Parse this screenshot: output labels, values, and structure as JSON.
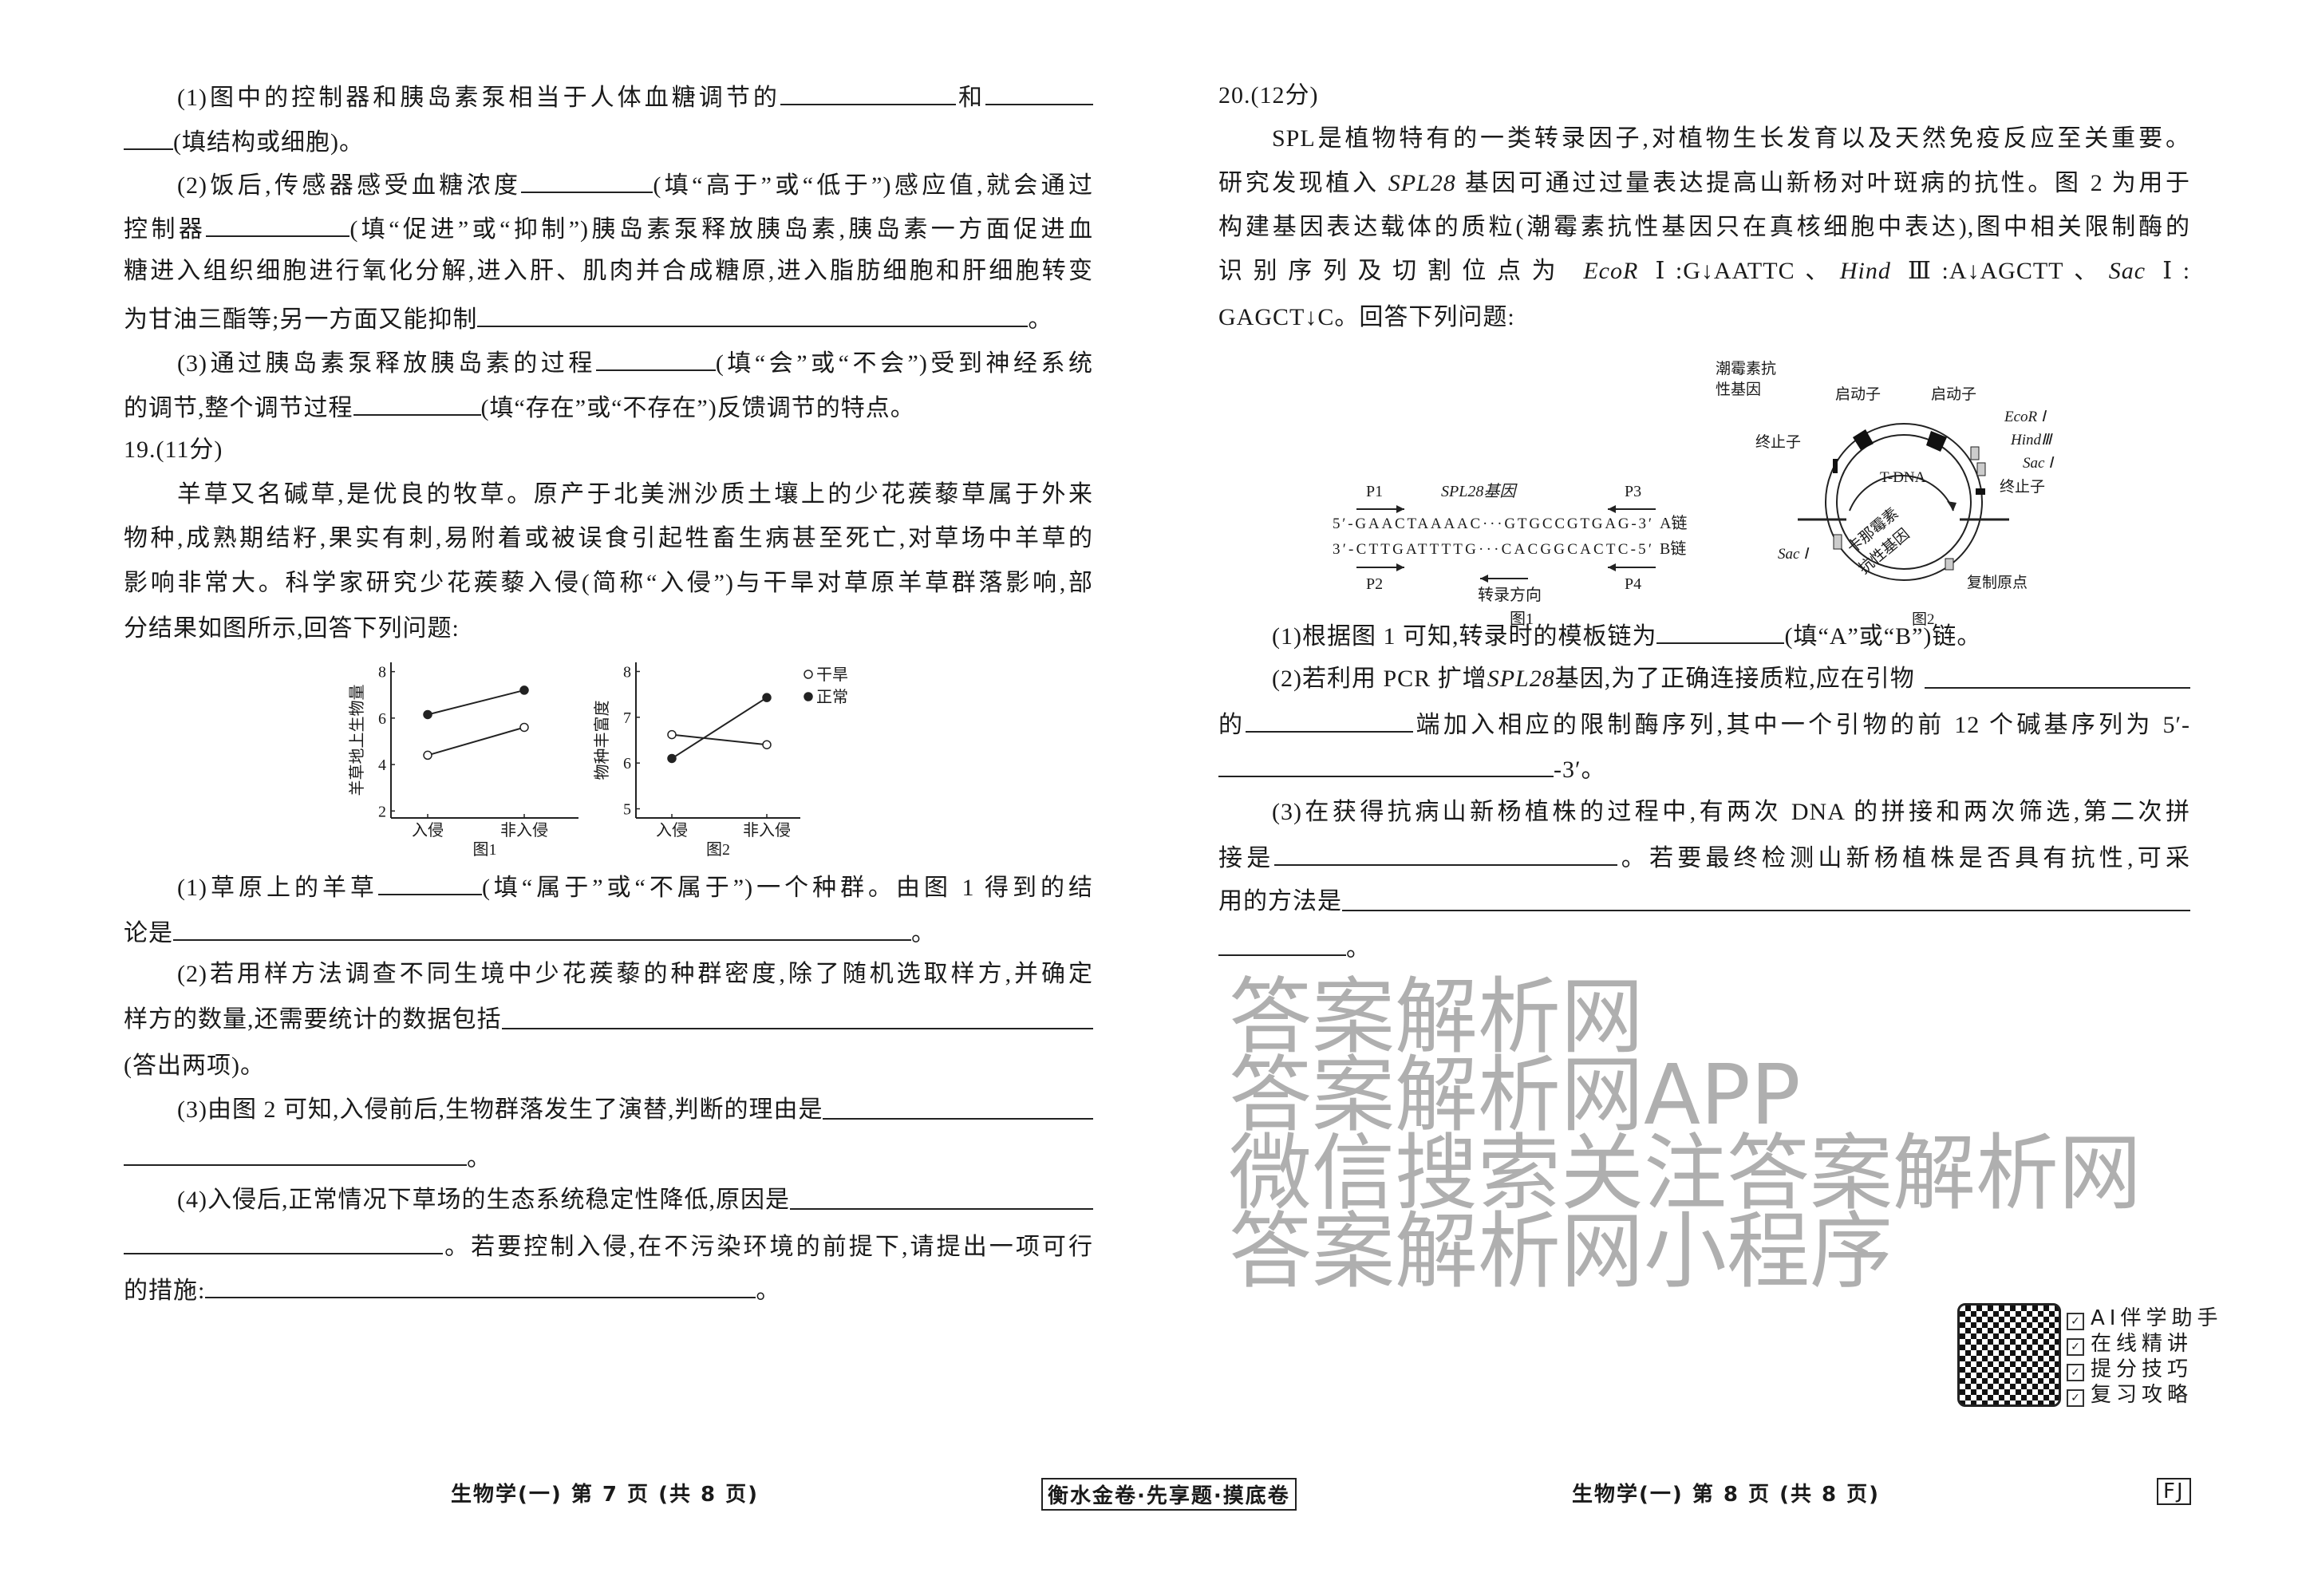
{
  "q18": {
    "l1a": "(1)图中的控制器和胰岛素泵相当于人体血糖调节的",
    "l1b": "和",
    "l2": "(填结构或细胞)。",
    "l3a": "(2)饭后,传感器感受血糖浓度",
    "l3b": "(填“高于”或“低于”)感应值,就会通过",
    "l4a": "控制器",
    "l4b": "(填“促进”或“抑制”)胰岛素泵释放胰岛素,胰岛素一方面促进血",
    "l5": "糖进入组织细胞进行氧化分解,进入肝、肌肉并合成糖原,进入脂肪细胞和肝细胞转变",
    "l6a": "为甘油三酯等;另一方面又能抑制",
    "l6b": "。",
    "l7a": "(3)通过胰岛素泵释放胰岛素的过程",
    "l7b": "(填“会”或“不会”)受到神经系统",
    "l8a": "的调节,整个调节过程",
    "l8b": "(填“存在”或“不存在”)反馈调节的特点。"
  },
  "q19": {
    "heading": "19.(11分)",
    "l10": "羊草又名碱草,是优良的牧草。原产于北美洲沙质土壤上的少花蒺藜草属于外来",
    "l11": "物种,成熟期结籽,果实有刺,易附着或被误食引起牲畜生病甚至死亡,对草场中羊草的",
    "l12": "影响非常大。科学家研究少花蒺藜入侵(简称“入侵”)与干旱对草原羊草群落影响,部",
    "l13": "分结果如图所示,回答下列问题:",
    "l14a": "(1)草原上的羊草",
    "l14b": "(填“属于”或“不属于”)一个种群。由图 1 得到的结",
    "l15a": "论是",
    "l15b": "。",
    "l16": "(2)若用样方法调查不同生境中少花蒺藜的种群密度,除了随机选取样方,并确定",
    "l17": "样方的数量,还需要统计的数据包括",
    "l18": "(答出两项)。",
    "l19": "(3)由图 2 可知,入侵前后,生物群落发生了演替,判断的理由是",
    "l20": "。",
    "l21": "(4)入侵后,正常情况下草场的生态系统稳定性降低,原因是",
    "l22": "。若要控制入侵,在不污染环境的前提下,请提出一项可行",
    "l23a": "的措施:",
    "l23b": "。"
  },
  "q20": {
    "heading": "20.(12分)",
    "r2": "SPL是植物特有的一类转录因子,对植物生长发育以及天然免疫反应至关重要。",
    "r3a": "研究发现植入 ",
    "r3i": "SPL28",
    "r3b": " 基因可通过过量表达提高山新杨对叶斑病的抗性。图 2 为用于",
    "r4": "构建基因表达载体的质粒(潮霉素抗性基因只在真核细胞中表达),图中相关限制酶的",
    "r5a": "识别序列及切割位点为 ",
    "r5e": "EcoR",
    "r5b": " Ⅰ:G↓AATTC、",
    "r5h": "Hind",
    "r5c": " Ⅲ:A↓AGCTT、",
    "r5s": "Sac",
    "r5d": " Ⅰ:",
    "r6": "GAGCT↓C。回答下列问题:",
    "r7a": "(1)根据图 1 可知,转录时的模板链为",
    "r7b": "(填“A”或“B”)链。",
    "r8a": "(2)若利用 PCR 扩增 ",
    "r8i": "SPL28",
    "r8b": " 基因,为了正确连接质粒,应在引物",
    "r9a": "的",
    "r9b": "端加入相应的限制酶序列,其中一个引物的前 12 个碱基序列为 5′-",
    "r10": "-3′。",
    "r11": "(3)在获得抗病山新杨植株的过程中,有两次 DNA 的拼接和两次筛选,第二次拼",
    "r12a": "接是",
    "r12b": "。若要最终检测山新杨植株是否具有抗性,可采",
    "r13": "用的方法是",
    "r14": "。"
  },
  "figures": {
    "graph1": {
      "caption": "图1",
      "ylabel": "羊草地上生物量",
      "yticks": [
        2,
        4,
        6,
        8
      ],
      "ylim": [
        1.7,
        8.4
      ],
      "categories": [
        "入侵",
        "非入侵"
      ],
      "series": [
        {
          "name": "正常",
          "values": [
            6.15,
            7.2
          ]
        },
        {
          "name": "干旱",
          "values": [
            4.4,
            5.6
          ]
        }
      ]
    },
    "graph2": {
      "caption": "图2",
      "ylabel": "物种丰富度",
      "yticks": [
        5,
        6,
        7,
        8
      ],
      "ylim": [
        4.8,
        8.2
      ],
      "categories": [
        "入侵",
        "非入侵"
      ],
      "series": [
        {
          "name": "正常",
          "values": [
            6.1,
            7.43
          ]
        },
        {
          "name": "干旱",
          "values": [
            6.62,
            6.4
          ]
        }
      ],
      "legend": [
        "干旱",
        "正常"
      ]
    },
    "dna": {
      "caption": "图1",
      "p1": "P1",
      "p2": "P2",
      "p3": "P3",
      "p4": "P4",
      "gene": "SPL28基因",
      "strandA": "5′-GAACTAAAAC···GTGCCGTGAG-3′",
      "strandA_label": "A链",
      "strandB": "3′-CTTGATTTTG···CACGGCACTC-5′",
      "strandB_label": "B链",
      "direction": "转录方向"
    },
    "plasmid": {
      "caption": "图2",
      "tdna": "T-DNA",
      "origin": "复制原点",
      "sac_left": "Sac Ⅰ",
      "kan1": "卡那霉素",
      "kan2": "抗性基因",
      "terminator_right": "终止子",
      "sac_right": "Sac Ⅰ",
      "hind": "HindⅢ",
      "ecor": "EcoR Ⅰ",
      "promoter_right": "启动子",
      "promoter_left": "启动子",
      "hyg1": "潮霉素抗",
      "hyg2": "性基因",
      "terminator_left": "终止子"
    }
  },
  "qr_features": [
    "AI伴学助手",
    "在线精讲",
    "提分技巧",
    "复习攻略"
  ],
  "footer": {
    "left": "生物学(一) 第 7 页 (共 8 页)",
    "center": "衡水金卷·先享题·摸底卷",
    "right": "生物学(一) 第 8 页 (共 8 页)",
    "code": "FJ"
  },
  "watermarks": [
    "答案解析网",
    "答案解析网APP",
    "微信搜索关注答案解析网",
    "答案解析网小程序"
  ]
}
